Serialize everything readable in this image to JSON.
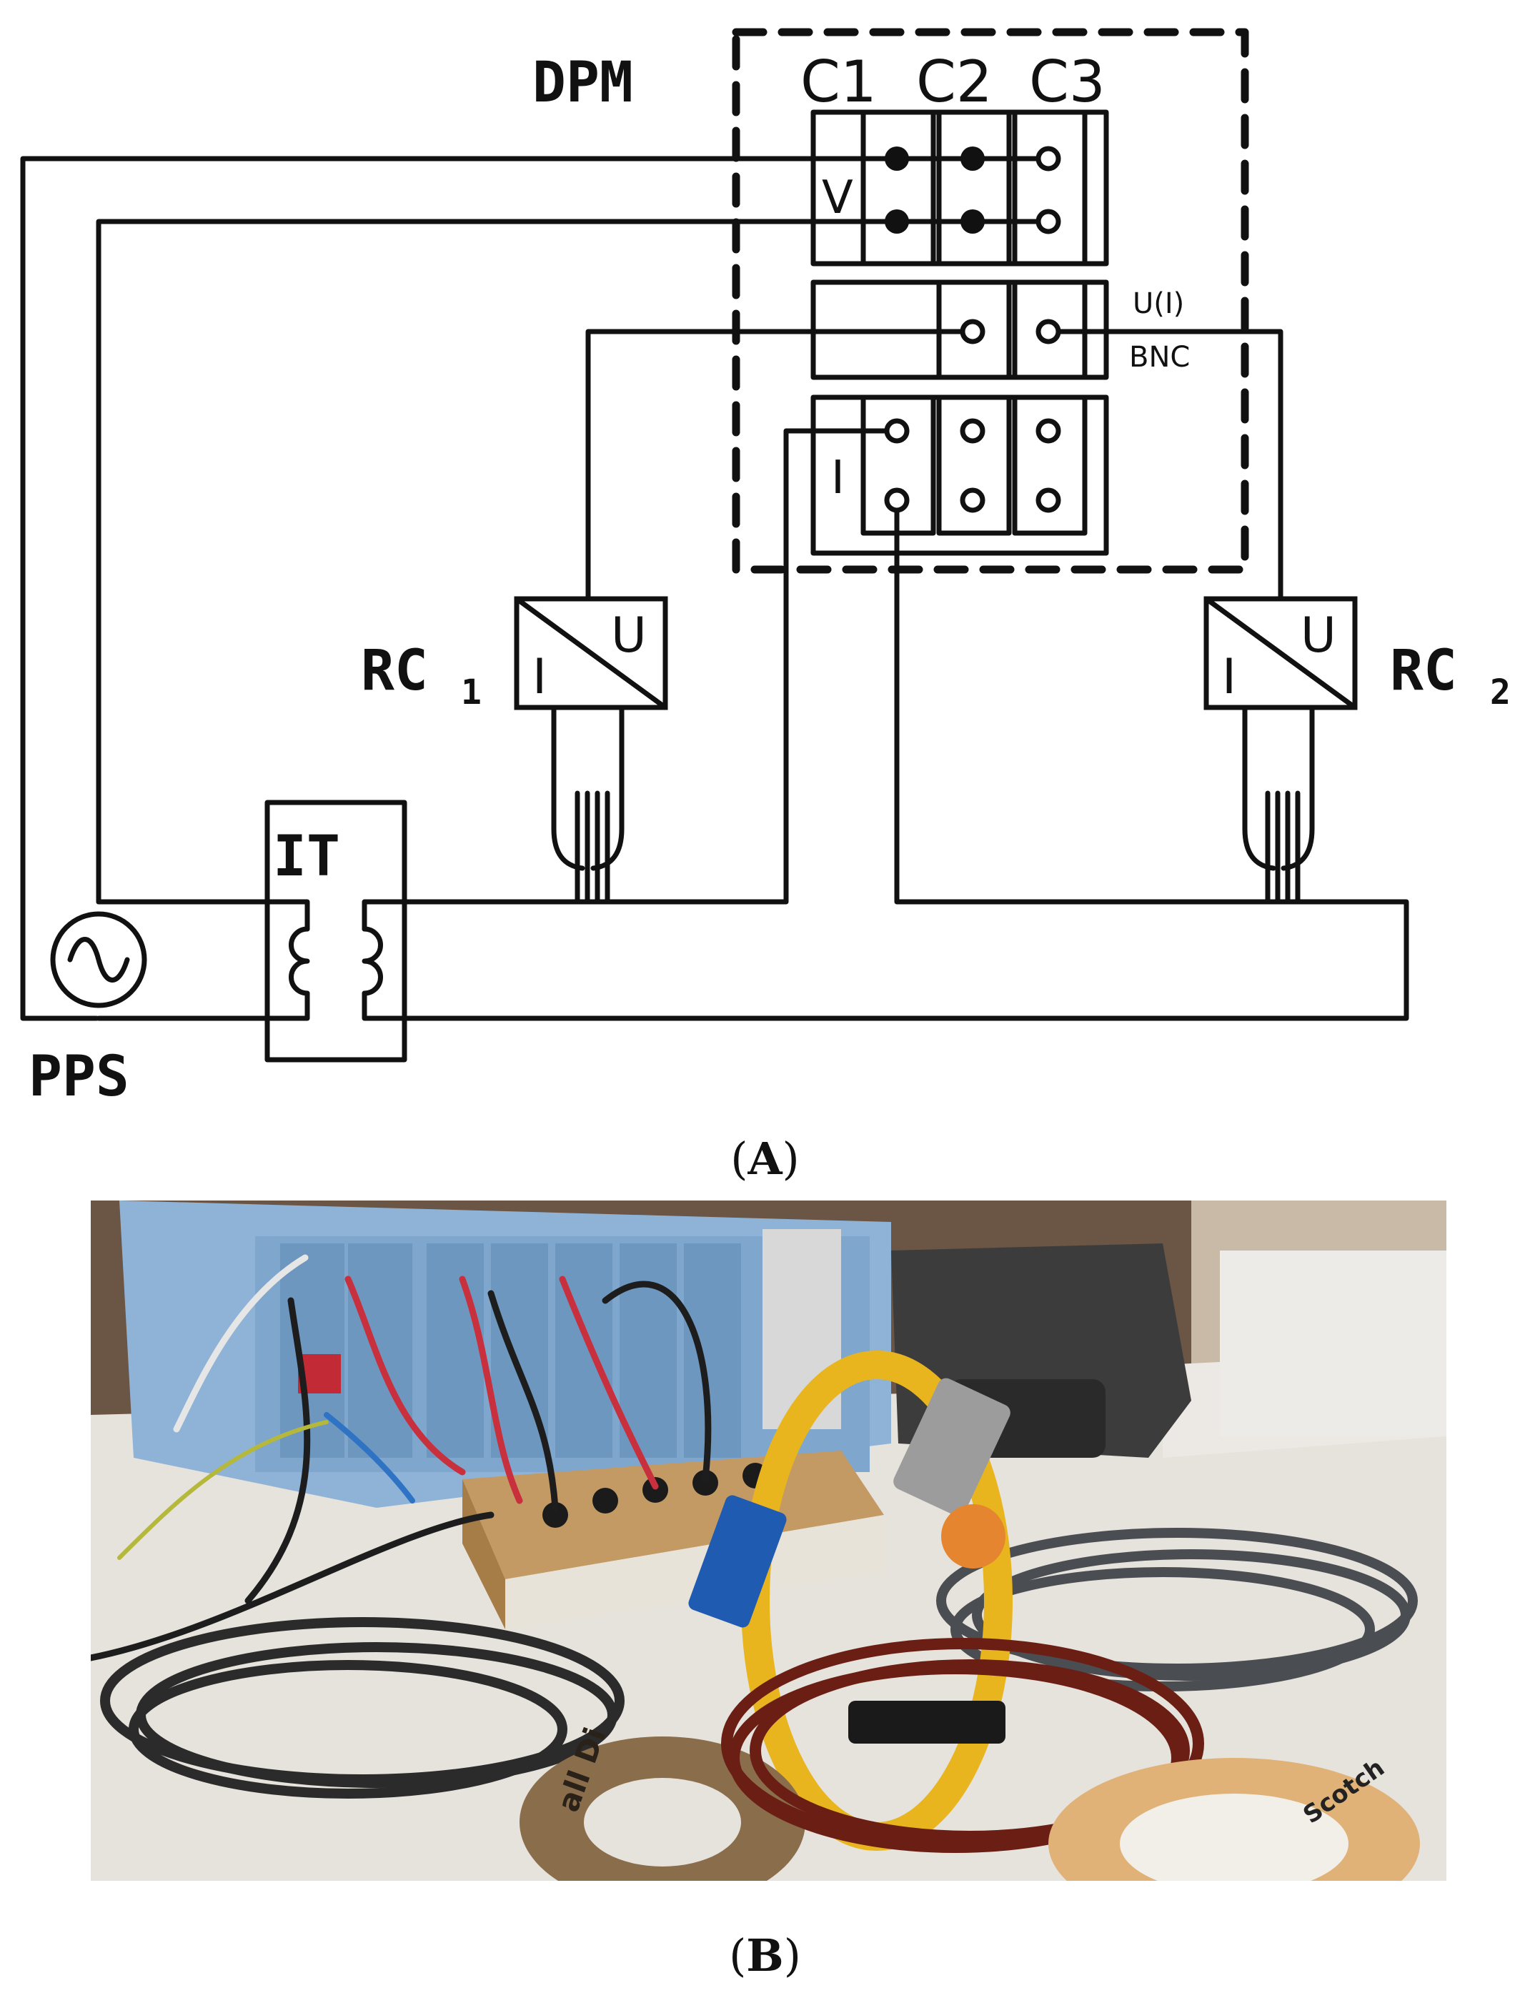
{
  "panel_a": {
    "caption": "A",
    "labels": {
      "dpm": "DPM",
      "c1": "C1",
      "c2": "C2",
      "c3": "C3",
      "v": "V",
      "i_input": "I",
      "ui": "U(I)",
      "bnc": "BNC",
      "rc1": "RC",
      "rc1_sub": "1",
      "rc2": "RC",
      "rc2_sub": "2",
      "conv_i": "I",
      "conv_u": "U",
      "it": "IT",
      "pps": "PPS"
    }
  },
  "panel_b": {
    "caption": "B",
    "tape_text_left": "all Di",
    "tape_text_right": "Scotch"
  }
}
